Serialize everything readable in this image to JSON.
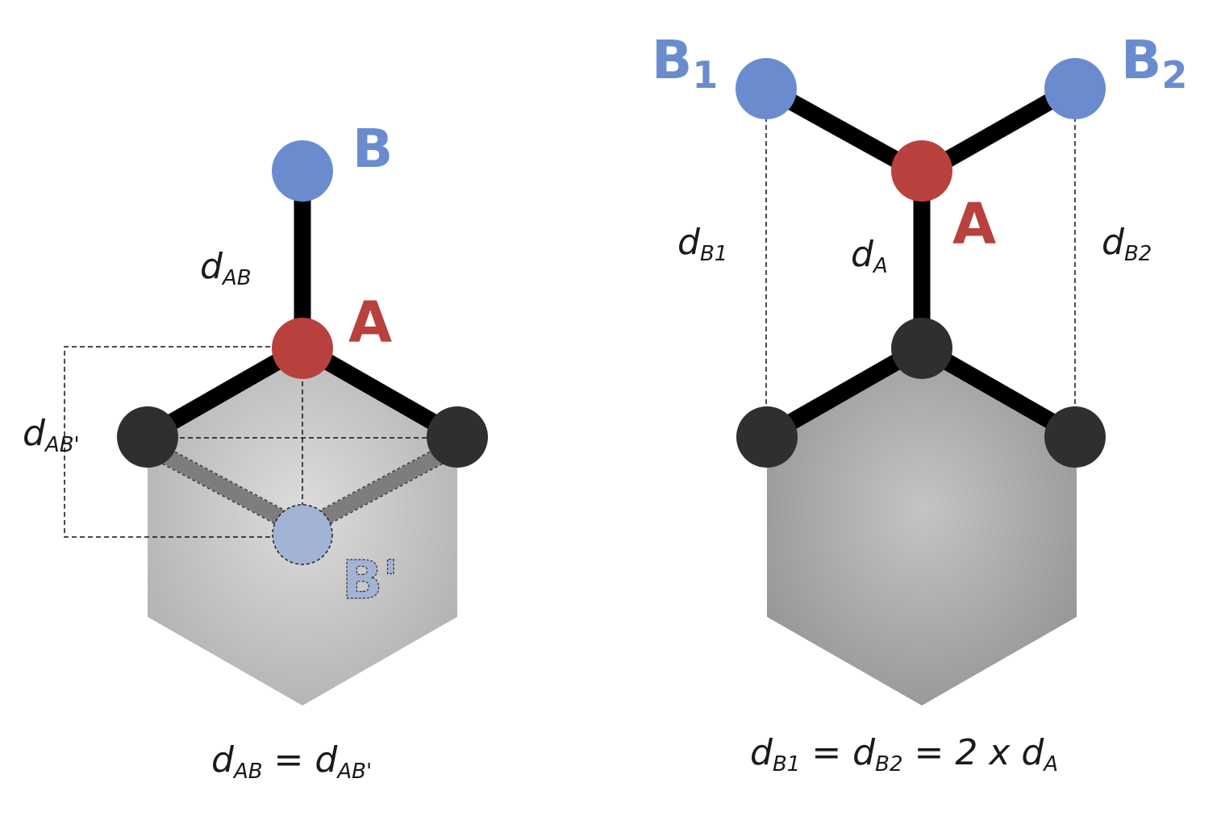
{
  "colors": {
    "atom_a": "#b8413d",
    "atom_b": "#6a8ccf",
    "atom_b_ghost": "#a3b3d6",
    "atom_substrate": "#2f2f2f",
    "bond": "#000000",
    "bond_ghost": "#7d7d7d",
    "hexagon_light": "#e0e0e0",
    "hexagon_dark": "#b4b4b4"
  },
  "left_panel": {
    "label_b": "B",
    "label_a": "A",
    "label_b_prime": "B'",
    "label_dab": {
      "base": "d",
      "sub": "AB"
    },
    "label_dabp": {
      "base": "d",
      "sub": "AB'"
    },
    "caption": {
      "lhs": {
        "base": "d",
        "sub": "AB"
      },
      "eq": " = ",
      "rhs": {
        "base": "d",
        "sub": "AB'"
      }
    }
  },
  "right_panel": {
    "label_b1": {
      "base": "B",
      "sub": "1"
    },
    "label_b2": {
      "base": "B",
      "sub": "2"
    },
    "label_a": "A",
    "label_db1": {
      "base": "d",
      "sub": "B1"
    },
    "label_da": {
      "base": "d",
      "sub": "A"
    },
    "label_db2": {
      "base": "d",
      "sub": "B2"
    },
    "caption": {
      "t1": {
        "base": "d",
        "sub": "B1"
      },
      "eq1": " = ",
      "t2": {
        "base": "d",
        "sub": "B2"
      },
      "eq2": " = 2 x ",
      "t3": {
        "base": "d",
        "sub": "A"
      }
    }
  }
}
